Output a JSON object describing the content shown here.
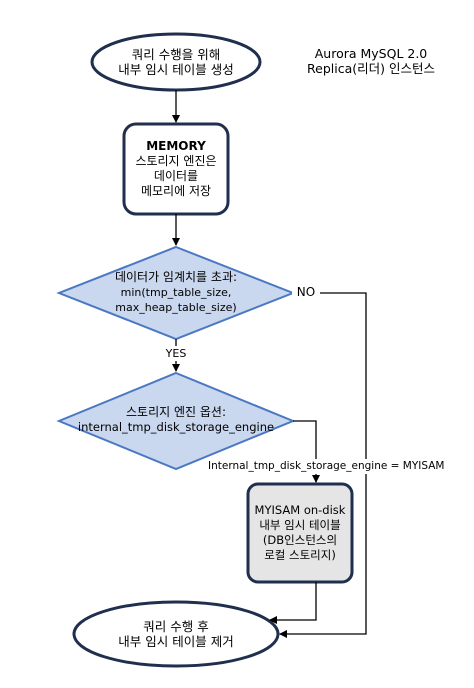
{
  "header": {
    "line1": "Aurora MySQL 2.0",
    "line2": "Replica(리더) 인스턴스"
  },
  "nodes": {
    "start": {
      "line1": "쿼리 수행을 위해",
      "line2": "내부 임시 테이블 생성"
    },
    "memory": {
      "line1": "MEMORY",
      "line2": "스토리지 엔진은",
      "line3": "데이터를",
      "line4": "메모리에 저장"
    },
    "decision1": {
      "line1": "데이터가 임계치를 초과:",
      "line2": "min(tmp_table_size,",
      "line3": "max_heap_table_size)"
    },
    "decision2": {
      "line1": "스토리지 엔진 옵션:",
      "line2": "internal_tmp_disk_storage_engine"
    },
    "myisam": {
      "line1": "MYISAM on-disk",
      "line2": "내부 임시 테이블",
      "line3": "(DB인스턴스의",
      "line4": "로컬 스토리지)"
    },
    "end": {
      "line1": "쿼리 수행 후",
      "line2": "내부 임시 테이블 제거"
    }
  },
  "edges": {
    "no_label": "NO",
    "yes_label": "YES",
    "engine_label": "Internal_tmp_disk_storage_engine  = MYISAM"
  },
  "colors": {
    "ellipse_stroke": "#1f2f4d",
    "box_stroke": "#1f2f4d",
    "diamond_fill": "#c9d7ef",
    "diamond_stroke": "#4a78c2",
    "myisam_fill": "#e5e5e5"
  }
}
